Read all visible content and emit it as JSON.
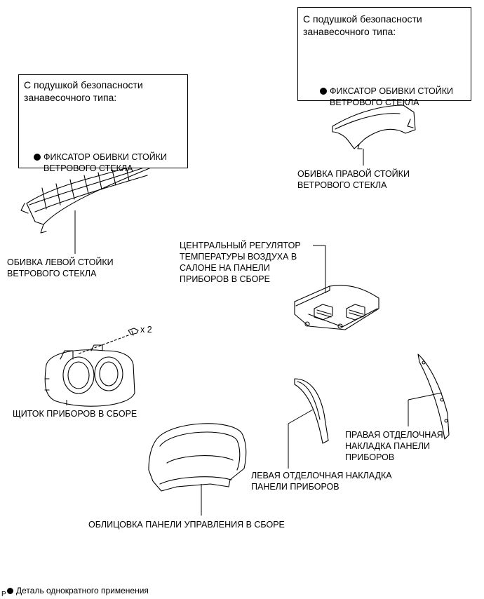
{
  "notes": {
    "left": {
      "title": "С подушкой безопасности\nзанавесочного типа:",
      "item": "ФИКСАТОР ОБИВКИ СТОЙКИ\nВЕТРОВОГО СТЕКЛА"
    },
    "right": {
      "title": "С подушкой безопасности\nзанавесочного типа:",
      "item": "ФИКСАТОР ОБИВКИ СТОЙКИ\nВЕТРОВОГО СТЕКЛА"
    }
  },
  "parts": {
    "left_pillar": "ОБИВКА ЛЕВОЙ СТОЙКИ\nВЕТРОВОГО СТЕКЛА",
    "right_pillar": "ОБИВКА ПРАВОЙ СТОЙКИ\nВЕТРОВОГО СТЕКЛА",
    "center_register": "ЦЕНТРАЛЬНЫЙ РЕГУЛЯТОР\nТЕМПЕРАТУРЫ ВОЗДУХА В\nСАЛОНЕ НА ПАНЕЛИ\nПРИБОРОВ В СБОРЕ",
    "screw_qty": "x 2",
    "meter": "ЩИТОК ПРИБОРОВ В СБОРЕ",
    "right_garnish": "ПРАВАЯ ОТДЕЛОЧНАЯ\nНАКЛАДКА ПАНЕЛИ\nПРИБОРОВ",
    "left_garnish": "ЛЕВАЯ ОТДЕЛОЧНАЯ НАКЛАДКА\nПАНЕЛИ ПРИБОРОВ",
    "cluster_finish": "ОБЛИЦОВКА ПАНЕЛИ УПРАВЛЕНИЯ В СБОРЕ"
  },
  "legend": {
    "text": "Деталь однократного применения"
  },
  "figure_code": "P"
}
